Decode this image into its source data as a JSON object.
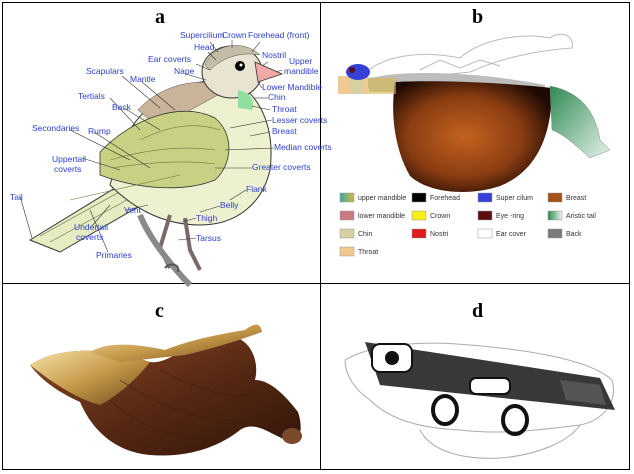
{
  "panels": {
    "a": {
      "label": "a"
    },
    "b": {
      "label": "b"
    },
    "c": {
      "label": "c"
    },
    "d": {
      "label": "d"
    }
  },
  "bird_labels": {
    "supercilium": "Supercilium",
    "crown": "Crown",
    "forehead": "Forehead (front)",
    "head": "Head",
    "nostril": "Nostril",
    "ear_coverts": "Ear coverts",
    "upper": "Upper",
    "mandible": "mandible",
    "nape": "Nape",
    "scapulars": "Scapulars",
    "mantle": "Mantle",
    "lower_mandible": "Lower Mandible",
    "chin": "Chin",
    "tertials": "Tertials",
    "throat": "Throat",
    "back": "Back",
    "lesser_coverts": "Lesser coverts",
    "breast": "Breast",
    "secondaries": "Secondaries",
    "rump": "Rump",
    "median_coverts": "Median coverts",
    "uppertail_coverts_1": "Uppertail",
    "uppertail_coverts_2": "coverts",
    "greater_coverts": "Greater coverts",
    "tail": "Tail",
    "flank": "Flank",
    "belly": "Belly",
    "vent": "Vent",
    "thigh": "Thigh",
    "undertail_coverts_1": "Undertail",
    "undertail_coverts_2": "coverts",
    "tarsus": "Tarsus",
    "primaries": "Primaries"
  },
  "legend": [
    {
      "label": "upper mandible",
      "color": "#3aa8a0",
      "color2": "#d7b84a"
    },
    {
      "label": "Forehead",
      "color": "#000000"
    },
    {
      "label": "Super cilum",
      "color": "#3440d8"
    },
    {
      "label": "Breast",
      "color": "#a5511c"
    },
    {
      "label": "lower mandible",
      "color": "#c97a7e"
    },
    {
      "label": "Crown",
      "color": "#f4ef1a"
    },
    {
      "label": "Eye -ring",
      "color": "#5a0e12"
    },
    {
      "label": "Aristic tail",
      "color": "#2e8a52"
    },
    {
      "label": "Chin",
      "color": "#d6d0a2"
    },
    {
      "label": "Nostri",
      "color": "#e01a1a"
    },
    {
      "label": "Ear cover",
      "color": "#ffffff"
    },
    {
      "label": "Back",
      "color": "#7a7a7a"
    },
    {
      "label": "Throat",
      "color": "#f0c890"
    }
  ]
}
